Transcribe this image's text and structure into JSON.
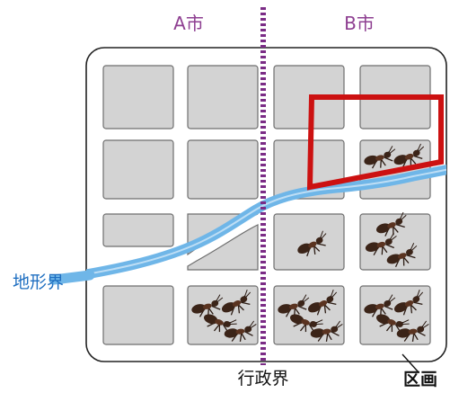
{
  "labels": {
    "city_a": "A市",
    "city_b": "B市",
    "terrain_boundary": "地形界",
    "admin_boundary": "行政界",
    "block": "区画"
  },
  "colors": {
    "city_label": "#8e3f91",
    "admin_line": "#7b2c86",
    "terrain_line": "#6fb6e8",
    "terrain_label": "#1f6fc1",
    "highlight": "#cc1111",
    "block_fill": "#d3d3d3",
    "block_stroke": "#6e6e6e",
    "frame_stroke": "#222222",
    "text": "#111111"
  },
  "grid": {
    "rows": 4,
    "cols": 4
  },
  "ant_blocks": [
    {
      "row": 1,
      "col": 3
    },
    {
      "row": 2,
      "col": 2
    },
    {
      "row": 2,
      "col": 3
    },
    {
      "row": 3,
      "col": 1
    },
    {
      "row": 3,
      "col": 2
    },
    {
      "row": 3,
      "col": 3
    }
  ]
}
